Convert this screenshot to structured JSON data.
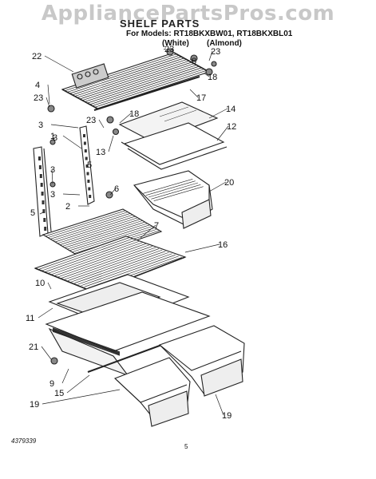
{
  "watermark": "AppliancePartsPros.com",
  "title": "SHELF PARTS",
  "models_line": "For Models: RT18BKXBW01, RT18BKXBL01",
  "variants": [
    "(White)",
    "(Almond)"
  ],
  "callouts": [
    {
      "label": "22"
    },
    {
      "label": "23"
    },
    {
      "label": "8"
    },
    {
      "label": "23"
    },
    {
      "label": "18"
    },
    {
      "label": "4"
    },
    {
      "label": "23"
    },
    {
      "label": "17"
    },
    {
      "label": "14"
    },
    {
      "label": "18"
    },
    {
      "label": "3"
    },
    {
      "label": "23"
    },
    {
      "label": "12"
    },
    {
      "label": "1"
    },
    {
      "label": "13"
    },
    {
      "label": "5"
    },
    {
      "label": "3"
    },
    {
      "label": "6"
    },
    {
      "label": "5"
    },
    {
      "label": "20"
    },
    {
      "label": "3"
    },
    {
      "label": "3"
    },
    {
      "label": "2"
    },
    {
      "label": "7"
    },
    {
      "label": "16"
    },
    {
      "label": "10"
    },
    {
      "label": "11"
    },
    {
      "label": "21"
    },
    {
      "label": "9"
    },
    {
      "label": "15"
    },
    {
      "label": "19"
    },
    {
      "label": "19"
    }
  ],
  "footer": {
    "code": "4379339",
    "page": "5"
  }
}
